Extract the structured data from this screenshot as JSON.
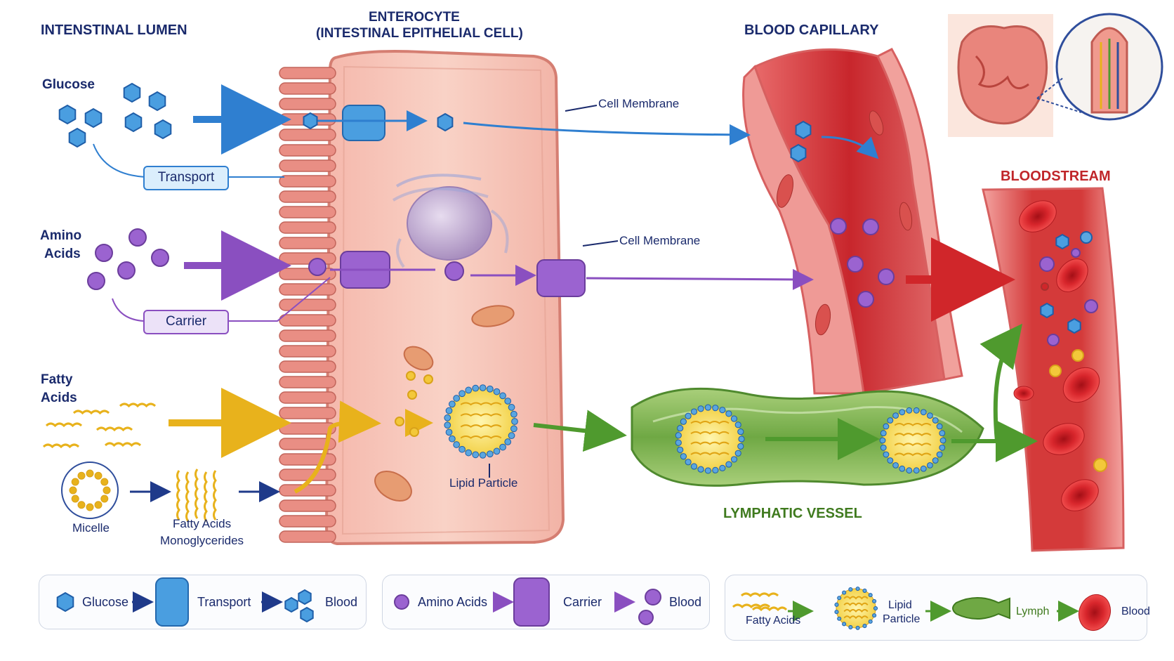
{
  "headers": {
    "lumen": "INTENSTINAL LUMEN",
    "enterocyte_line1": "ENTEROCYTE",
    "enterocyte_line2": "(INTESTINAL EPITHELIAL CELL)",
    "capillary": "BLOOD CAPILLARY",
    "bloodstream": "BLOODSTREAM",
    "lymphatic": "LYMPHATIC VESSEL"
  },
  "labels": {
    "glucose": "Glucose",
    "amino_line1": "Amino",
    "amino_line2": "Acids",
    "fatty_line1": "Fatty",
    "fatty_line2": "Acids",
    "transport_box": "Transport",
    "carrier_box": "Carrier",
    "micelle": "Micelle",
    "fam_line1": "Fatty Acids",
    "fam_line2": "Monoglycerides",
    "cell_membrane_top": "Cell Membrane",
    "cell_membrane_mid": "Cell Membrane",
    "lipid_particle": "Lipid Particle"
  },
  "legend": {
    "glucose": {
      "item": "Glucose",
      "step": "Transport",
      "end": "Blood"
    },
    "amino": {
      "item": "Amino Acids",
      "step": "Carrier",
      "end": "Blood"
    },
    "fat": {
      "item": "Fatty Acids",
      "step_line1": "Lipid",
      "step_line2": "Particle",
      "mid": "Lymph",
      "end": "Blood"
    }
  },
  "colors": {
    "glucose": "#2f7fd0",
    "amino": "#8a4fc0",
    "fat": "#e8b21c",
    "lymph": "#4f9a2e",
    "blood": "#d0262a",
    "navy": "#1a2a6c"
  }
}
